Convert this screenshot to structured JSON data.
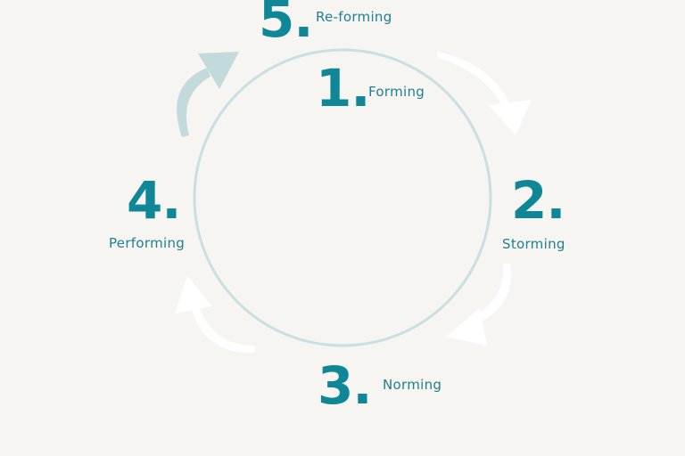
{
  "stages": [
    {
      "number": "1.",
      "label": "Forming"
    },
    {
      "number": "2.",
      "label": "Storming"
    },
    {
      "number": "3.",
      "label": "Norming"
    },
    {
      "number": "4.",
      "label": "Performing"
    },
    {
      "number": "5.",
      "label": "Re-forming"
    }
  ],
  "colors": {
    "background": "#f6f5f2",
    "accent": "#0f8797",
    "circle": "#c9dfe1",
    "arrow_white": "#ffffff",
    "arrow_reform": "#c3dadd"
  }
}
